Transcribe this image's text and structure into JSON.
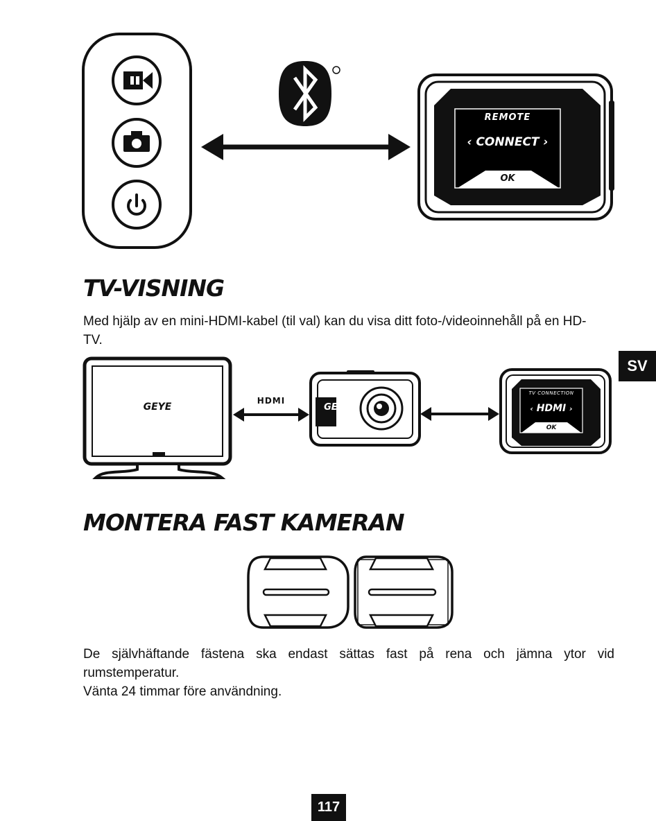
{
  "remote_diagram": {
    "screen_title": "REMOTE",
    "screen_label": "CONNECT",
    "screen_ok": "OK",
    "icons": [
      "video-icon",
      "camera-icon",
      "power-icon",
      "bluetooth-icon"
    ]
  },
  "tv_section": {
    "heading": "TV-VISNING",
    "paragraph": "Med hjälp av en mini-HDMI-kabel (til val) kan du visa ditt foto-/videoinnehåll på en HD-TV.",
    "tv_logo": "GEYE",
    "cable_label": "HDMI",
    "camera_logo": "GEYE",
    "screen_title": "TV CONNECTION",
    "screen_label": "HDMI",
    "screen_ok": "OK"
  },
  "mount_section": {
    "heading": "MONTERA FAST KAMERAN",
    "paragraph_1": "De självhäftande fästena ska endast sättas fast på rena och jämna ytor vid rumstemperatur.",
    "paragraph_2": "Vänta 24 timmar före användning."
  },
  "lang_tab": "SV",
  "page_number": "117"
}
